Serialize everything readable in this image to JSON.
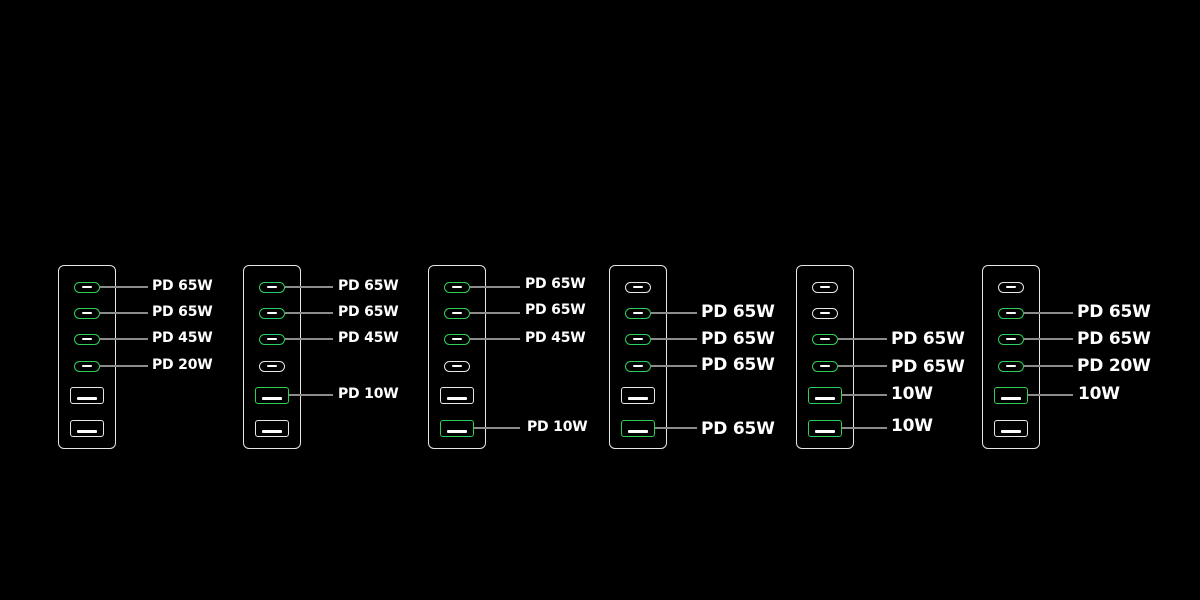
{
  "colors": {
    "background": "#000000",
    "outline": "#e6e6e6",
    "active_port": "#2fd05a",
    "leader_line": "#8c8c8c",
    "label_text": "#ffffff"
  },
  "configurations": [
    {
      "ports": [
        {
          "type": "usb-c",
          "active": true,
          "label": "PD 65W"
        },
        {
          "type": "usb-c",
          "active": true,
          "label": "PD 65W"
        },
        {
          "type": "usb-c",
          "active": true,
          "label": "PD 45W"
        },
        {
          "type": "usb-c",
          "active": true,
          "label": "PD 20W"
        },
        {
          "type": "usb-a",
          "active": false,
          "label": ""
        },
        {
          "type": "usb-a",
          "active": false,
          "label": ""
        }
      ]
    },
    {
      "ports": [
        {
          "type": "usb-c",
          "active": true,
          "label": "PD 65W"
        },
        {
          "type": "usb-c",
          "active": true,
          "label": "PD 65W"
        },
        {
          "type": "usb-c",
          "active": true,
          "label": "PD 45W"
        },
        {
          "type": "usb-c",
          "active": false,
          "label": ""
        },
        {
          "type": "usb-a",
          "active": true,
          "label": "PD 10W"
        },
        {
          "type": "usb-a",
          "active": false,
          "label": ""
        }
      ]
    },
    {
      "ports": [
        {
          "type": "usb-c",
          "active": true,
          "label": "PD 65W"
        },
        {
          "type": "usb-c",
          "active": true,
          "label": "PD 65W"
        },
        {
          "type": "usb-c",
          "active": true,
          "label": "PD 45W"
        },
        {
          "type": "usb-c",
          "active": false,
          "label": ""
        },
        {
          "type": "usb-a",
          "active": false,
          "label": ""
        },
        {
          "type": "usb-a",
          "active": true,
          "label": "PD 10W"
        }
      ]
    },
    {
      "ports": [
        {
          "type": "usb-c",
          "active": false,
          "label": ""
        },
        {
          "type": "usb-c",
          "active": true,
          "label": "PD 65W"
        },
        {
          "type": "usb-c",
          "active": true,
          "label": "PD 65W"
        },
        {
          "type": "usb-c",
          "active": true,
          "label": "PD 65W"
        },
        {
          "type": "usb-a",
          "active": false,
          "label": ""
        },
        {
          "type": "usb-a",
          "active": true,
          "label": "PD 65W"
        }
      ]
    },
    {
      "ports": [
        {
          "type": "usb-c",
          "active": false,
          "label": ""
        },
        {
          "type": "usb-c",
          "active": false,
          "label": ""
        },
        {
          "type": "usb-c",
          "active": true,
          "label": "PD 65W"
        },
        {
          "type": "usb-c",
          "active": true,
          "label": "PD 65W"
        },
        {
          "type": "usb-a",
          "active": true,
          "label": "10W"
        },
        {
          "type": "usb-a",
          "active": true,
          "label": "10W"
        }
      ]
    },
    {
      "ports": [
        {
          "type": "usb-c",
          "active": false,
          "label": ""
        },
        {
          "type": "usb-c",
          "active": true,
          "label": "PD 65W"
        },
        {
          "type": "usb-c",
          "active": true,
          "label": "PD 65W"
        },
        {
          "type": "usb-c",
          "active": true,
          "label": "PD 20W"
        },
        {
          "type": "usb-a",
          "active": true,
          "label": "10W"
        },
        {
          "type": "usb-a",
          "active": false,
          "label": ""
        }
      ]
    }
  ]
}
